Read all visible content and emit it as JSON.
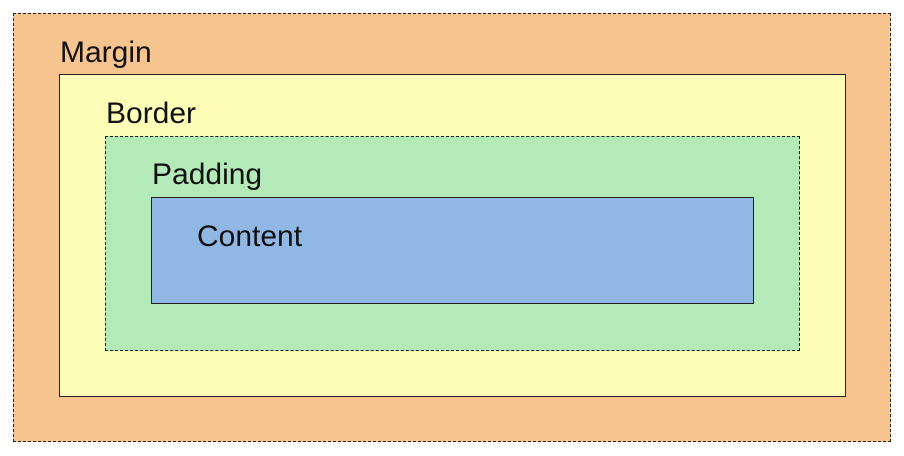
{
  "diagram": {
    "layers": [
      {
        "label": "Margin",
        "fill": "#f5c48f",
        "outline": "dashed"
      },
      {
        "label": "Border",
        "fill": "#fefdb7",
        "outline": "solid"
      },
      {
        "label": "Padding",
        "fill": "#b4eab8",
        "outline": "dashed"
      },
      {
        "label": "Content",
        "fill": "#91b8e5",
        "outline": "solid"
      }
    ]
  }
}
